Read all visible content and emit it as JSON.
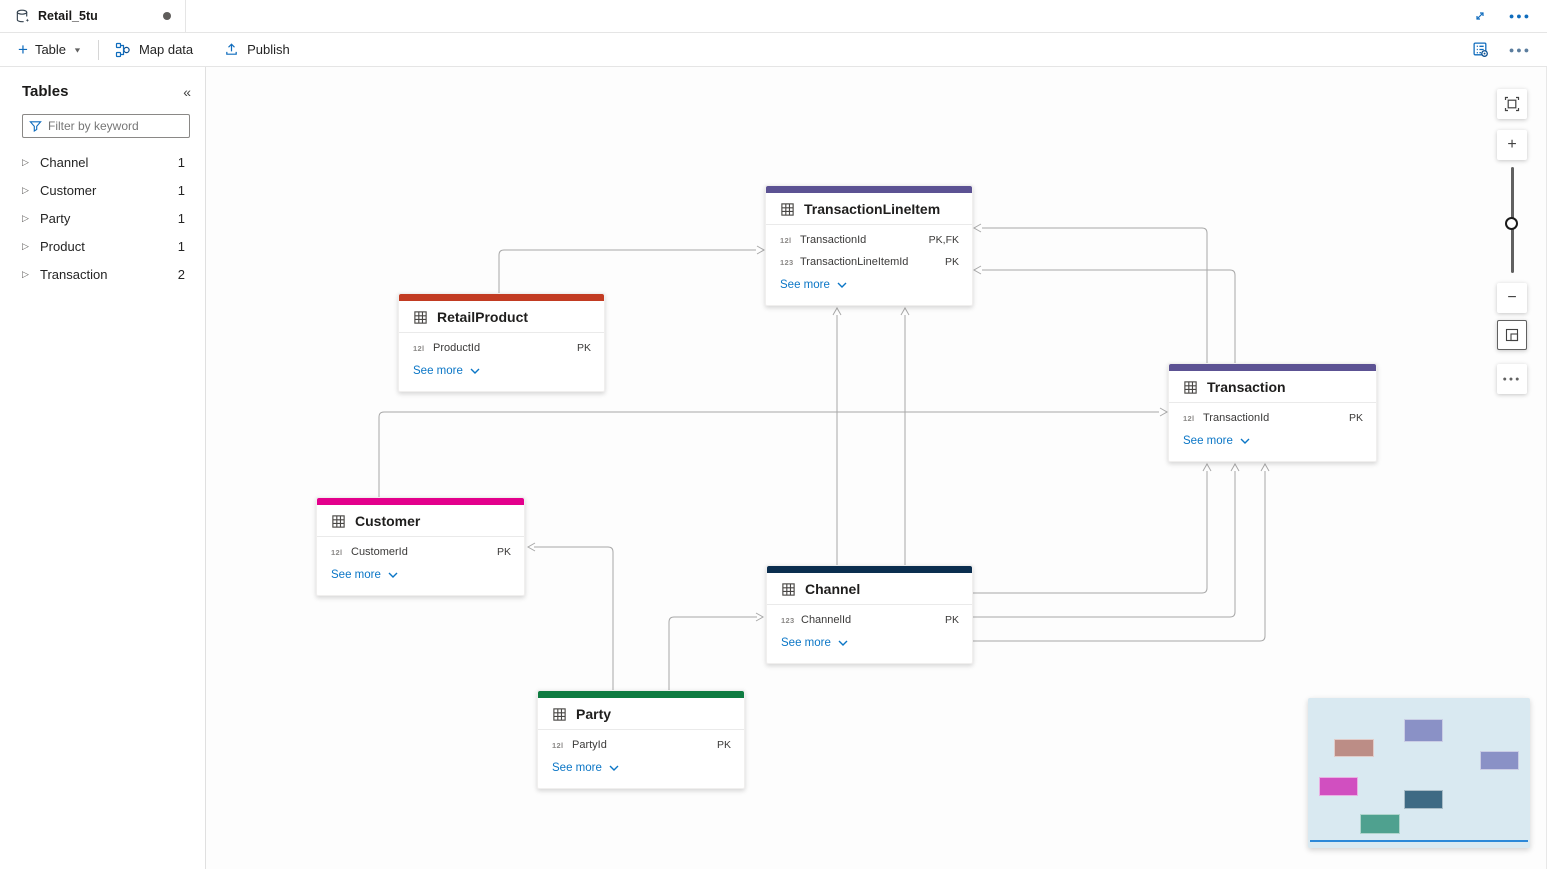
{
  "window": {
    "tab_title": "Retail_5tu",
    "unsaved_dot": "dirty-indicator",
    "top_right_icons": [
      "expand-icon",
      "more-options-icon"
    ]
  },
  "toolbar": {
    "new_table_label": "Table",
    "map_data_label": "Map data",
    "publish_label": "Publish",
    "right_icons": [
      "table-properties-icon",
      "more-options-icon"
    ]
  },
  "sidebar": {
    "title": "Tables",
    "collapse_icon": "«",
    "filter_placeholder": "Filter by keyword",
    "items": [
      {
        "label": "Channel",
        "count": "1"
      },
      {
        "label": "Customer",
        "count": "1"
      },
      {
        "label": "Party",
        "count": "1"
      },
      {
        "label": "Product",
        "count": "1"
      },
      {
        "label": "Transaction",
        "count": "2"
      }
    ]
  },
  "diagram": {
    "see_more_label": "See more",
    "tables": [
      {
        "id": "transactionlineitem",
        "name": "TransactionLineItem",
        "accent": "#5c5293",
        "fields": [
          {
            "type_icon": "12l",
            "name": "TransactionId",
            "keys": "PK,FK"
          },
          {
            "type_icon": "123",
            "name": "TransactionLineItemId",
            "keys": "PK"
          }
        ]
      },
      {
        "id": "retailproduct",
        "name": "RetailProduct",
        "accent": "#c23b22",
        "fields": [
          {
            "type_icon": "12l",
            "name": "ProductId",
            "keys": "PK"
          }
        ]
      },
      {
        "id": "transaction",
        "name": "Transaction",
        "accent": "#5c5293",
        "fields": [
          {
            "type_icon": "12l",
            "name": "TransactionId",
            "keys": "PK"
          }
        ]
      },
      {
        "id": "customer",
        "name": "Customer",
        "accent": "#e3008c",
        "fields": [
          {
            "type_icon": "12l",
            "name": "CustomerId",
            "keys": "PK"
          }
        ]
      },
      {
        "id": "channel",
        "name": "Channel",
        "accent": "#0b2e4f",
        "fields": [
          {
            "type_icon": "123",
            "name": "ChannelId",
            "keys": "PK"
          }
        ]
      },
      {
        "id": "party",
        "name": "Party",
        "accent": "#0e7c41",
        "fields": [
          {
            "type_icon": "12l",
            "name": "PartyId",
            "keys": "PK"
          }
        ]
      }
    ]
  },
  "zoom_controls": {
    "icons": [
      "fit-to-screen-icon",
      "zoom-in-icon",
      "zoom-slider",
      "zoom-out-icon",
      "minimap-toggle-icon",
      "more-options-icon"
    ],
    "zoom_in_symbol": "+",
    "zoom_out_symbol": "−",
    "more_symbol": "•••"
  },
  "minimap": {
    "background": "#d9e9f1",
    "viewport_line_color": "#2b88d8",
    "nodes": [
      {
        "table": "TransactionLineItem",
        "color": "#8a91c6"
      },
      {
        "table": "RetailProduct",
        "color": "#bc8d86"
      },
      {
        "table": "Transaction",
        "color": "#8a91c6"
      },
      {
        "table": "Customer",
        "color": "#d14fc0"
      },
      {
        "table": "Channel",
        "color": "#3e6a84"
      },
      {
        "table": "Party",
        "color": "#4fa18f"
      }
    ]
  }
}
